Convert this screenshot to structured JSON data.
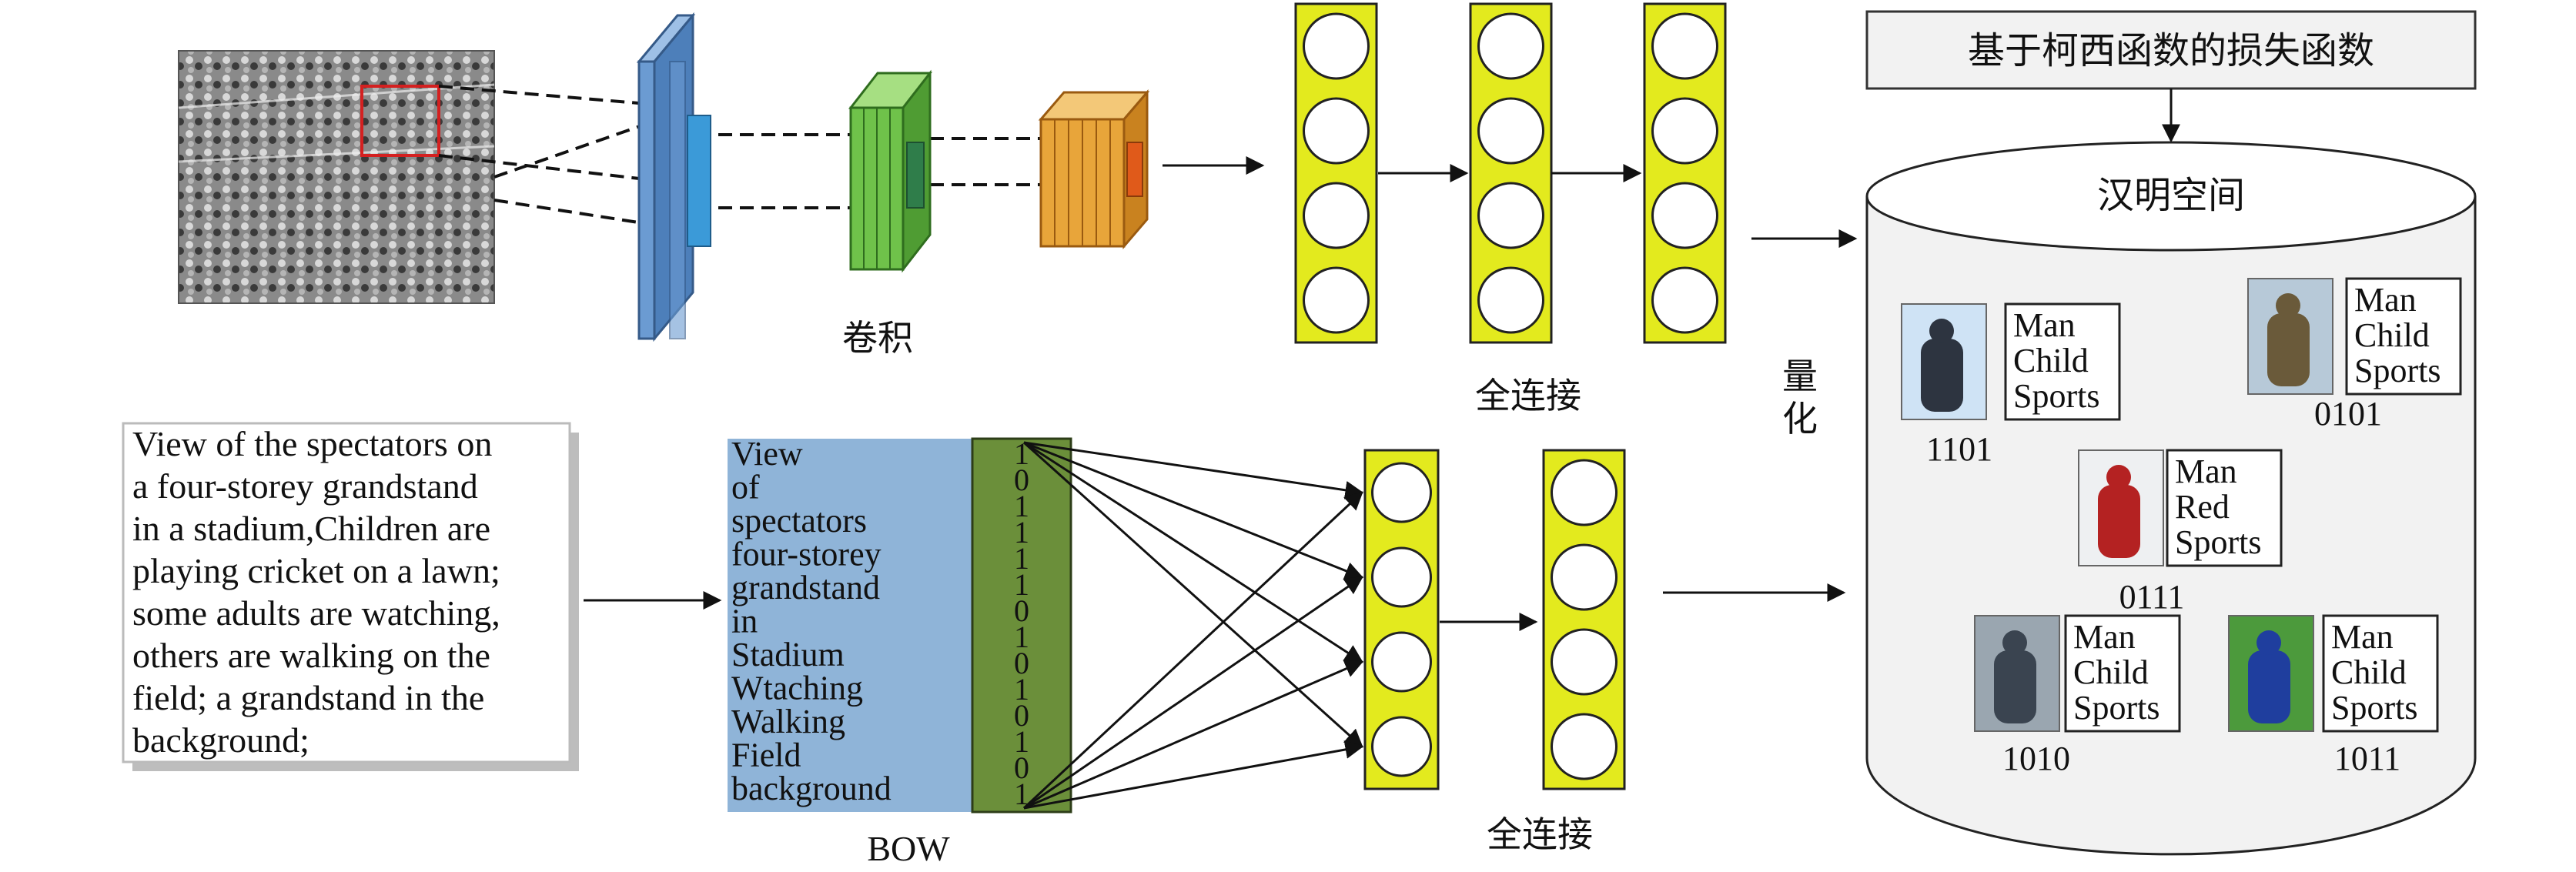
{
  "labels": {
    "conv": "卷积",
    "fc_top": "全连接",
    "fc_bottom": "全连接",
    "bow": "BOW",
    "quantize": "量化",
    "loss": "基于柯西函数的损失函数",
    "hamming": "汉明空间"
  },
  "caption_lines": [
    "View of the spectators on",
    "a four-storey grandstand",
    "in a stadium,Children are",
    "playing cricket on a lawn;",
    "some adults are watching,",
    "others are walking on the",
    "field; a grandstand in the",
    "background;"
  ],
  "bow_words": [
    "View",
    "of",
    "spectators",
    "four-storey",
    "grandstand",
    "in",
    "Stadium",
    "Wtaching",
    "Walking",
    "Field",
    "background"
  ],
  "bow_bits": [
    "1",
    "0",
    "1",
    "1",
    "1",
    "1",
    "0",
    "1",
    "0",
    "1",
    "0",
    "1",
    "0",
    "1"
  ],
  "results": [
    {
      "code": "1101",
      "tags": [
        "Man",
        "Child",
        "Sports"
      ],
      "thumb": "statue-thumb"
    },
    {
      "code": "0101",
      "tags": [
        "Man",
        "Child",
        "Sports"
      ],
      "thumb": "horse-thumb"
    },
    {
      "code": "0111",
      "tags": [
        "Man",
        "Red",
        "Sports"
      ],
      "thumb": "hockey-thumb"
    },
    {
      "code": "1010",
      "tags": [
        "Man",
        "Child",
        "Sports"
      ],
      "thumb": "crowd-thumb"
    },
    {
      "code": "1011",
      "tags": [
        "Man",
        "Child",
        "Sports"
      ],
      "thumb": "player-thumb"
    }
  ],
  "colors": {
    "conv1": "#6b9bd2",
    "conv2": "#6fc24a",
    "conv3": "#e8a53a",
    "fc": "#e3ea1e",
    "bow_panel": "#8fb4d8",
    "bow_vector": "#6b8f3a"
  }
}
